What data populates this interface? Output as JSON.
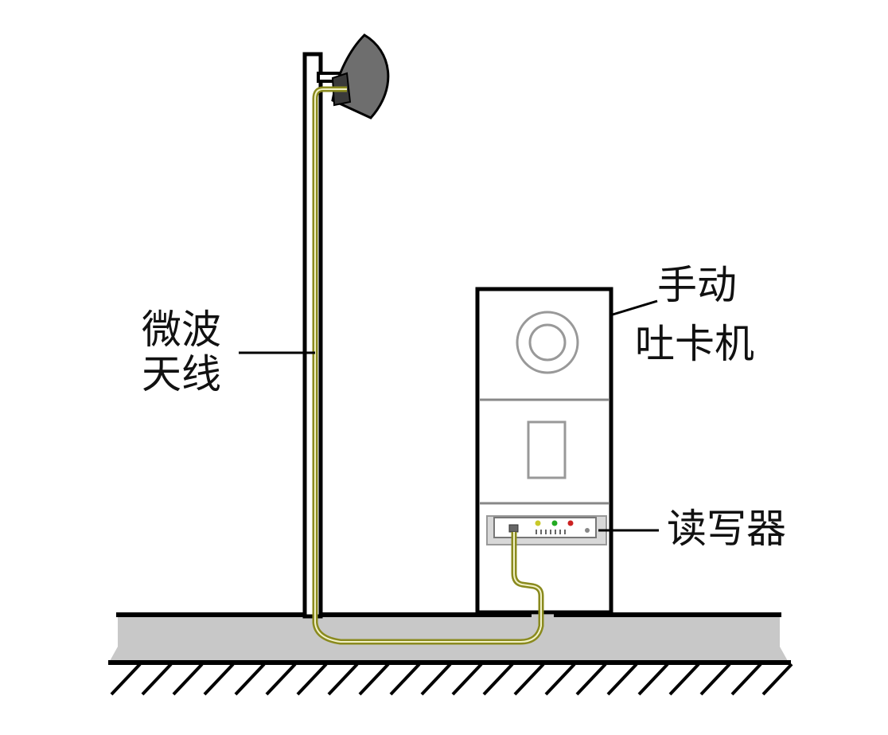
{
  "labels": {
    "antenna": [
      "微波",
      "天线"
    ],
    "machine": [
      "手动",
      "吐卡机"
    ],
    "reader": "读写器"
  },
  "colors": {
    "line": "#000000",
    "ground_fill": "#c8c8c8",
    "cable": "#8a8a1e",
    "dish": "#6e6e6e",
    "led_green": "#22aa22",
    "led_red": "#cc2222",
    "led_yellow": "#c9c92a"
  }
}
